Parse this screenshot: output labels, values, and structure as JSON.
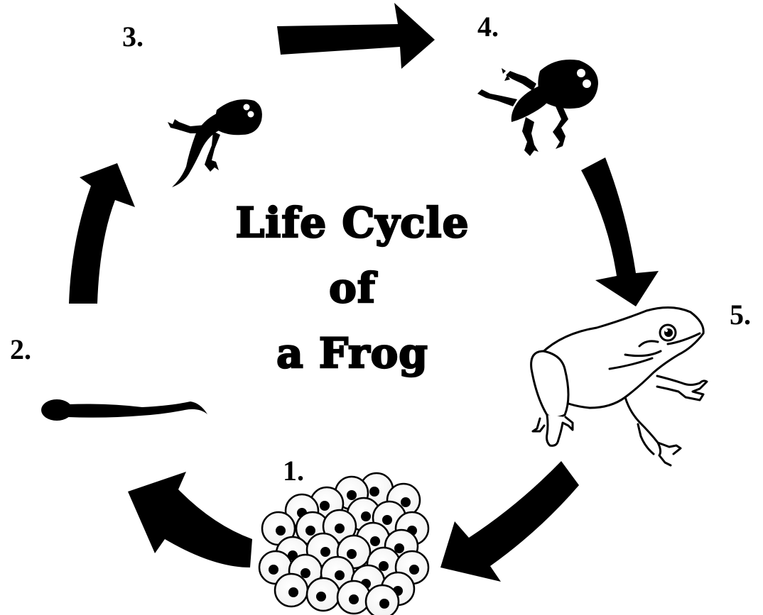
{
  "title": {
    "line1": "Life Cycle",
    "line2": "of",
    "line3": "a Frog"
  },
  "stages": [
    {
      "number": "1.",
      "icon": "frog-eggs-icon"
    },
    {
      "number": "2.",
      "icon": "tadpole-icon"
    },
    {
      "number": "3.",
      "icon": "tadpole-with-legs-icon"
    },
    {
      "number": "4.",
      "icon": "froglet-icon"
    },
    {
      "number": "5.",
      "icon": "adult-frog-icon"
    }
  ],
  "colors": {
    "ink": "#000000",
    "background": "#ffffff"
  }
}
